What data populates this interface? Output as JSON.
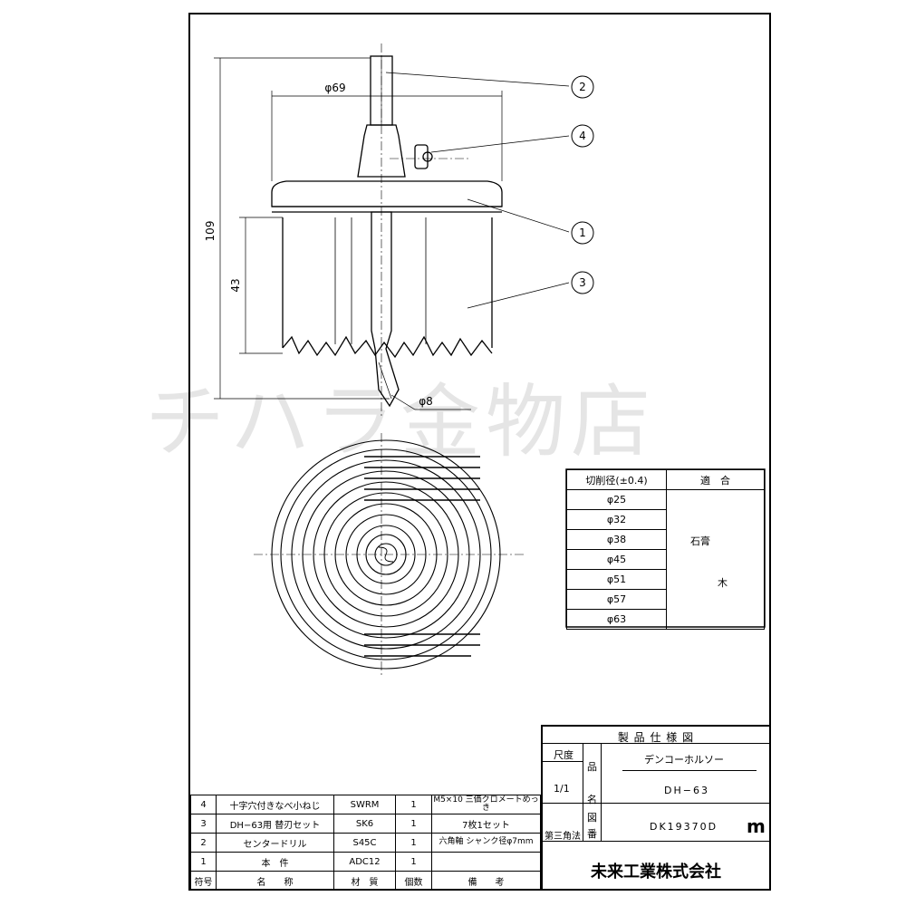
{
  "watermark": "チハラ金物店",
  "callouts": [
    "2",
    "4",
    "1",
    "3"
  ],
  "dims": {
    "phi69": "φ69",
    "h109": "109",
    "h43": "43",
    "phi8": "φ8"
  },
  "cut_table": {
    "header": [
      "切削径(±0.4)",
      "適　合"
    ],
    "rows": [
      "φ25",
      "φ32",
      "φ38",
      "φ45",
      "φ51",
      "φ57",
      "φ63"
    ],
    "suit": [
      "石膏",
      "木"
    ]
  },
  "parts": {
    "rows": [
      [
        "4",
        "十字穴付きなべ小ねじ",
        "SWRM",
        "1",
        "M5×10 三価クロメートめっき"
      ],
      [
        "3",
        "DH−63用 替刃セット",
        "SK6",
        "1",
        "7枚1セット"
      ],
      [
        "2",
        "センタードリル",
        "S45C",
        "1",
        "六角軸 シャンク径φ7mm"
      ],
      [
        "1",
        "本　件",
        "ADC12",
        "1",
        ""
      ]
    ],
    "header": [
      "符号",
      "名　　称",
      "材　質",
      "個数",
      "備　　考"
    ]
  },
  "title_block": {
    "title": "製 品 仕 様 図",
    "scale_label": "尺度",
    "scale_value": "1/1",
    "name_label_1": "品",
    "name_label_2": "名",
    "product_jp": "デンコーホルソー",
    "product_code": "DH−63",
    "projection": "第三角法",
    "drawing_label_1": "図",
    "drawing_label_2": "番",
    "drawing_no": "DK19370D",
    "logo": "m",
    "company": "未来工業株式会社"
  }
}
